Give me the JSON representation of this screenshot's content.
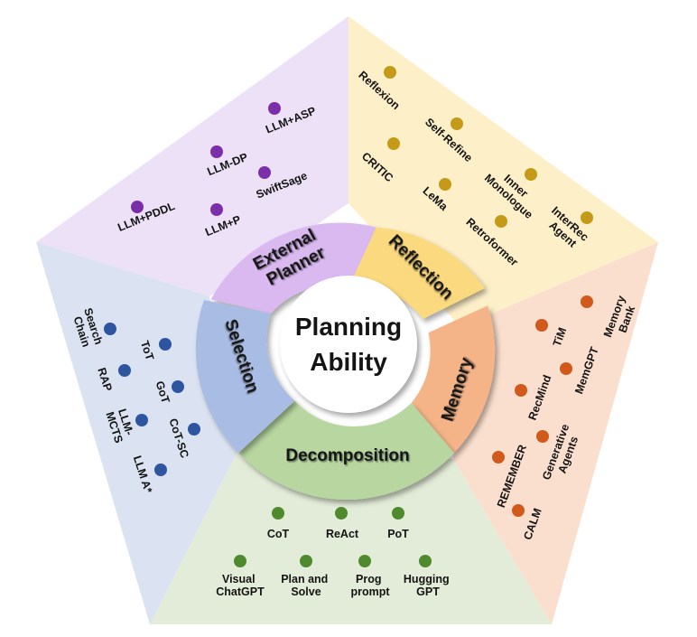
{
  "center": {
    "line1": "Planning",
    "line2": "Ability"
  },
  "colors": {
    "planner": "#7a2ea8",
    "reflection": "#c49a18",
    "memory": "#d0591b",
    "selection": "#2e55a0",
    "decomposition": "#4f8a2e"
  },
  "sectors": {
    "external_planner": {
      "title1": "External",
      "title2": "Planner",
      "items": [
        {
          "line1": "LLM+PDDL"
        },
        {
          "line1": "LLM+P"
        },
        {
          "line1": "LLM-DP"
        },
        {
          "line1": "SwiftSage"
        },
        {
          "line1": "LLM+ASP"
        }
      ]
    },
    "reflection": {
      "title": "Reflection",
      "items": [
        {
          "line1": "Reflexion"
        },
        {
          "line1": "Self-Refine"
        },
        {
          "line1": "CRITIC"
        },
        {
          "line1": "LeMa"
        },
        {
          "line1": "Inner",
          "line2": "Monologue"
        },
        {
          "line1": "Retroformer"
        },
        {
          "line1": "InterRec",
          "line2": "Agent"
        }
      ]
    },
    "memory": {
      "title": "Memory",
      "items": [
        {
          "line1": "Memory",
          "line2": "Bank"
        },
        {
          "line1": "TiM"
        },
        {
          "line1": "MemGPT"
        },
        {
          "line1": "RecMind"
        },
        {
          "line1": "Generative",
          "line2": "Agents"
        },
        {
          "line1": "REMEMBER"
        },
        {
          "line1": "CALM"
        }
      ]
    },
    "decomposition": {
      "title": "Decomposition",
      "items": [
        {
          "line1": "CoT"
        },
        {
          "line1": "ReAct"
        },
        {
          "line1": "PoT"
        },
        {
          "line1": "Visual",
          "line2": "ChatGPT"
        },
        {
          "line1": "Plan and",
          "line2": "Solve"
        },
        {
          "line1": "Prog",
          "line2": "prompt"
        },
        {
          "line1": "Hugging",
          "line2": "GPT"
        }
      ]
    },
    "selection": {
      "title": "Selection",
      "items": [
        {
          "line1": "Search",
          "line2": "Chain"
        },
        {
          "line1": "ToT"
        },
        {
          "line1": "RAP"
        },
        {
          "line1": "GoT"
        },
        {
          "line1": "LLM-",
          "line2": "MCTS"
        },
        {
          "line1": "CoT-SC"
        },
        {
          "line1": "LLM A*"
        }
      ]
    }
  }
}
